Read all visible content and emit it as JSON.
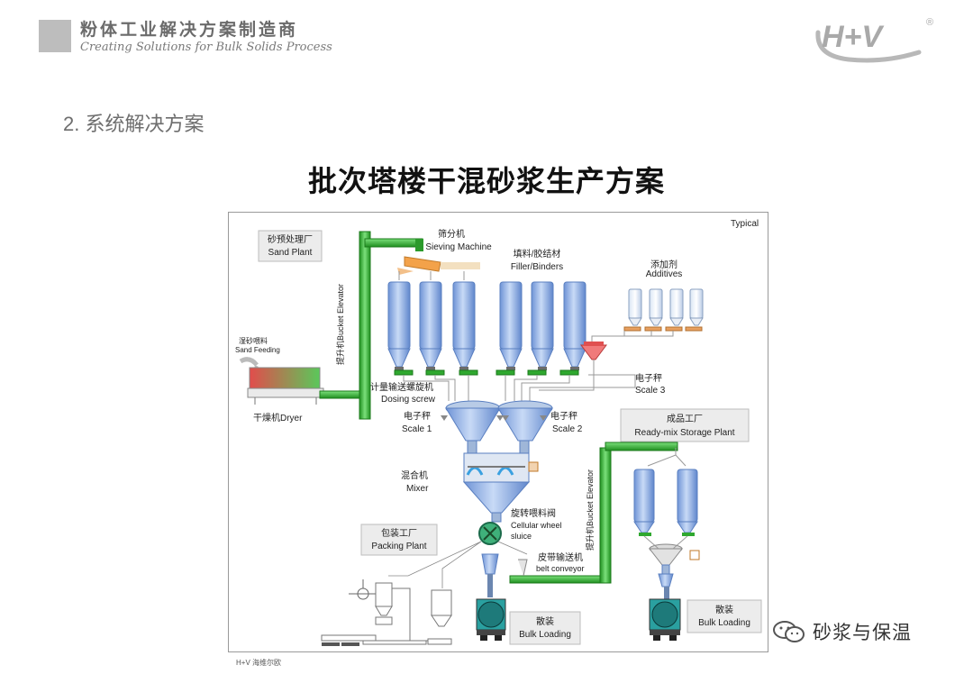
{
  "header": {
    "company_cn": "粉体工业解决方案制造商",
    "company_en": "Creating Solutions for Bulk Solids Process",
    "logo_text": "H+V",
    "logo_mark": "®"
  },
  "section_title": "2. 系统解决方案",
  "diagram_title": "批次塔楼干混砂浆生产方案",
  "diagram": {
    "corner_label": "Typical",
    "sand_plant_cn": "砂预处理厂",
    "sand_plant_en": "Sand Plant",
    "sand_feeding_cn": "湿砂喂料",
    "sand_feeding_en": "Sand Feeding",
    "dryer_label": "干燥机Dryer",
    "bucket_elevator_1": "提升机Bucket Elevator",
    "sieving_cn": "筛分机",
    "sieving_en": "Sieving Machine",
    "filler_cn": "填料/胶结材",
    "filler_en": "Filler/Binders",
    "additives_cn": "添加剂",
    "additives_en": "Additives",
    "dosing_cn": "计量输送螺旋机",
    "dosing_en": "Dosing screw",
    "scale1_cn": "电子秤",
    "scale1_en": "Scale 1",
    "scale2_cn": "电子秤",
    "scale2_en": "Scale 2",
    "scale3_cn": "电子秤",
    "scale3_en": "Scale 3",
    "mixer_cn": "混合机",
    "mixer_en": "Mixer",
    "storage_cn": "成品工厂",
    "storage_en": "Ready-mix Storage Plant",
    "bucket_elevator_2": "提升机Bucket Elevator",
    "valve_cn": "旋转喂料阀",
    "valve_en_1": "Cellular wheel",
    "valve_en_2": "sluice",
    "packing_cn": "包装工厂",
    "packing_en": "Packing Plant",
    "belt_cn": "皮带输送机",
    "belt_en": "belt conveyor",
    "bulk1_cn": "散装",
    "bulk1_en": "Bulk Loading",
    "bulk2_cn": "散装",
    "bulk2_en": "Bulk Loading"
  },
  "footer_note": "H+V 海维尔欧",
  "watermark_text": "砂浆与保温",
  "colors": {
    "silo_blue": "#8fb1e6",
    "conveyor_green": "#2fa82f",
    "scale_red": "#e05050",
    "header_gray": "#bdbdbd"
  }
}
